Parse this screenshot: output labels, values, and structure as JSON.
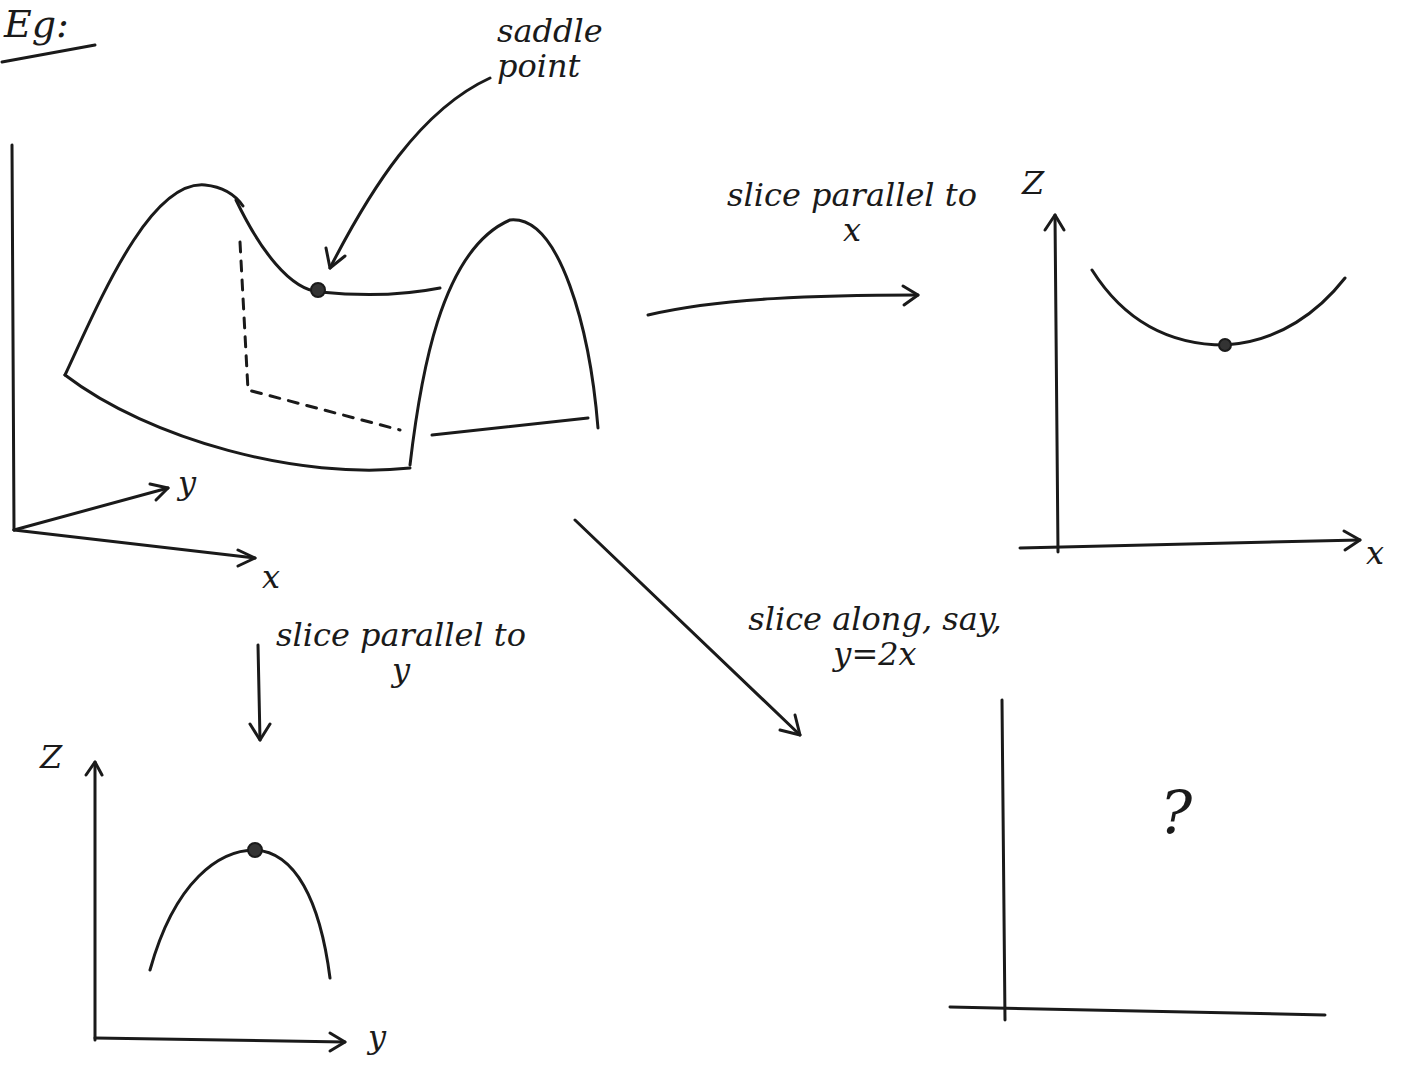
{
  "diagram": {
    "title": "Eg:",
    "labels": [
      "saddle point",
      "slice parallel to x",
      "y",
      "x",
      "Z",
      "x",
      "slice parallel to y",
      "slice along, say, y=2x",
      "Z",
      "y",
      "?"
    ]
  }
}
